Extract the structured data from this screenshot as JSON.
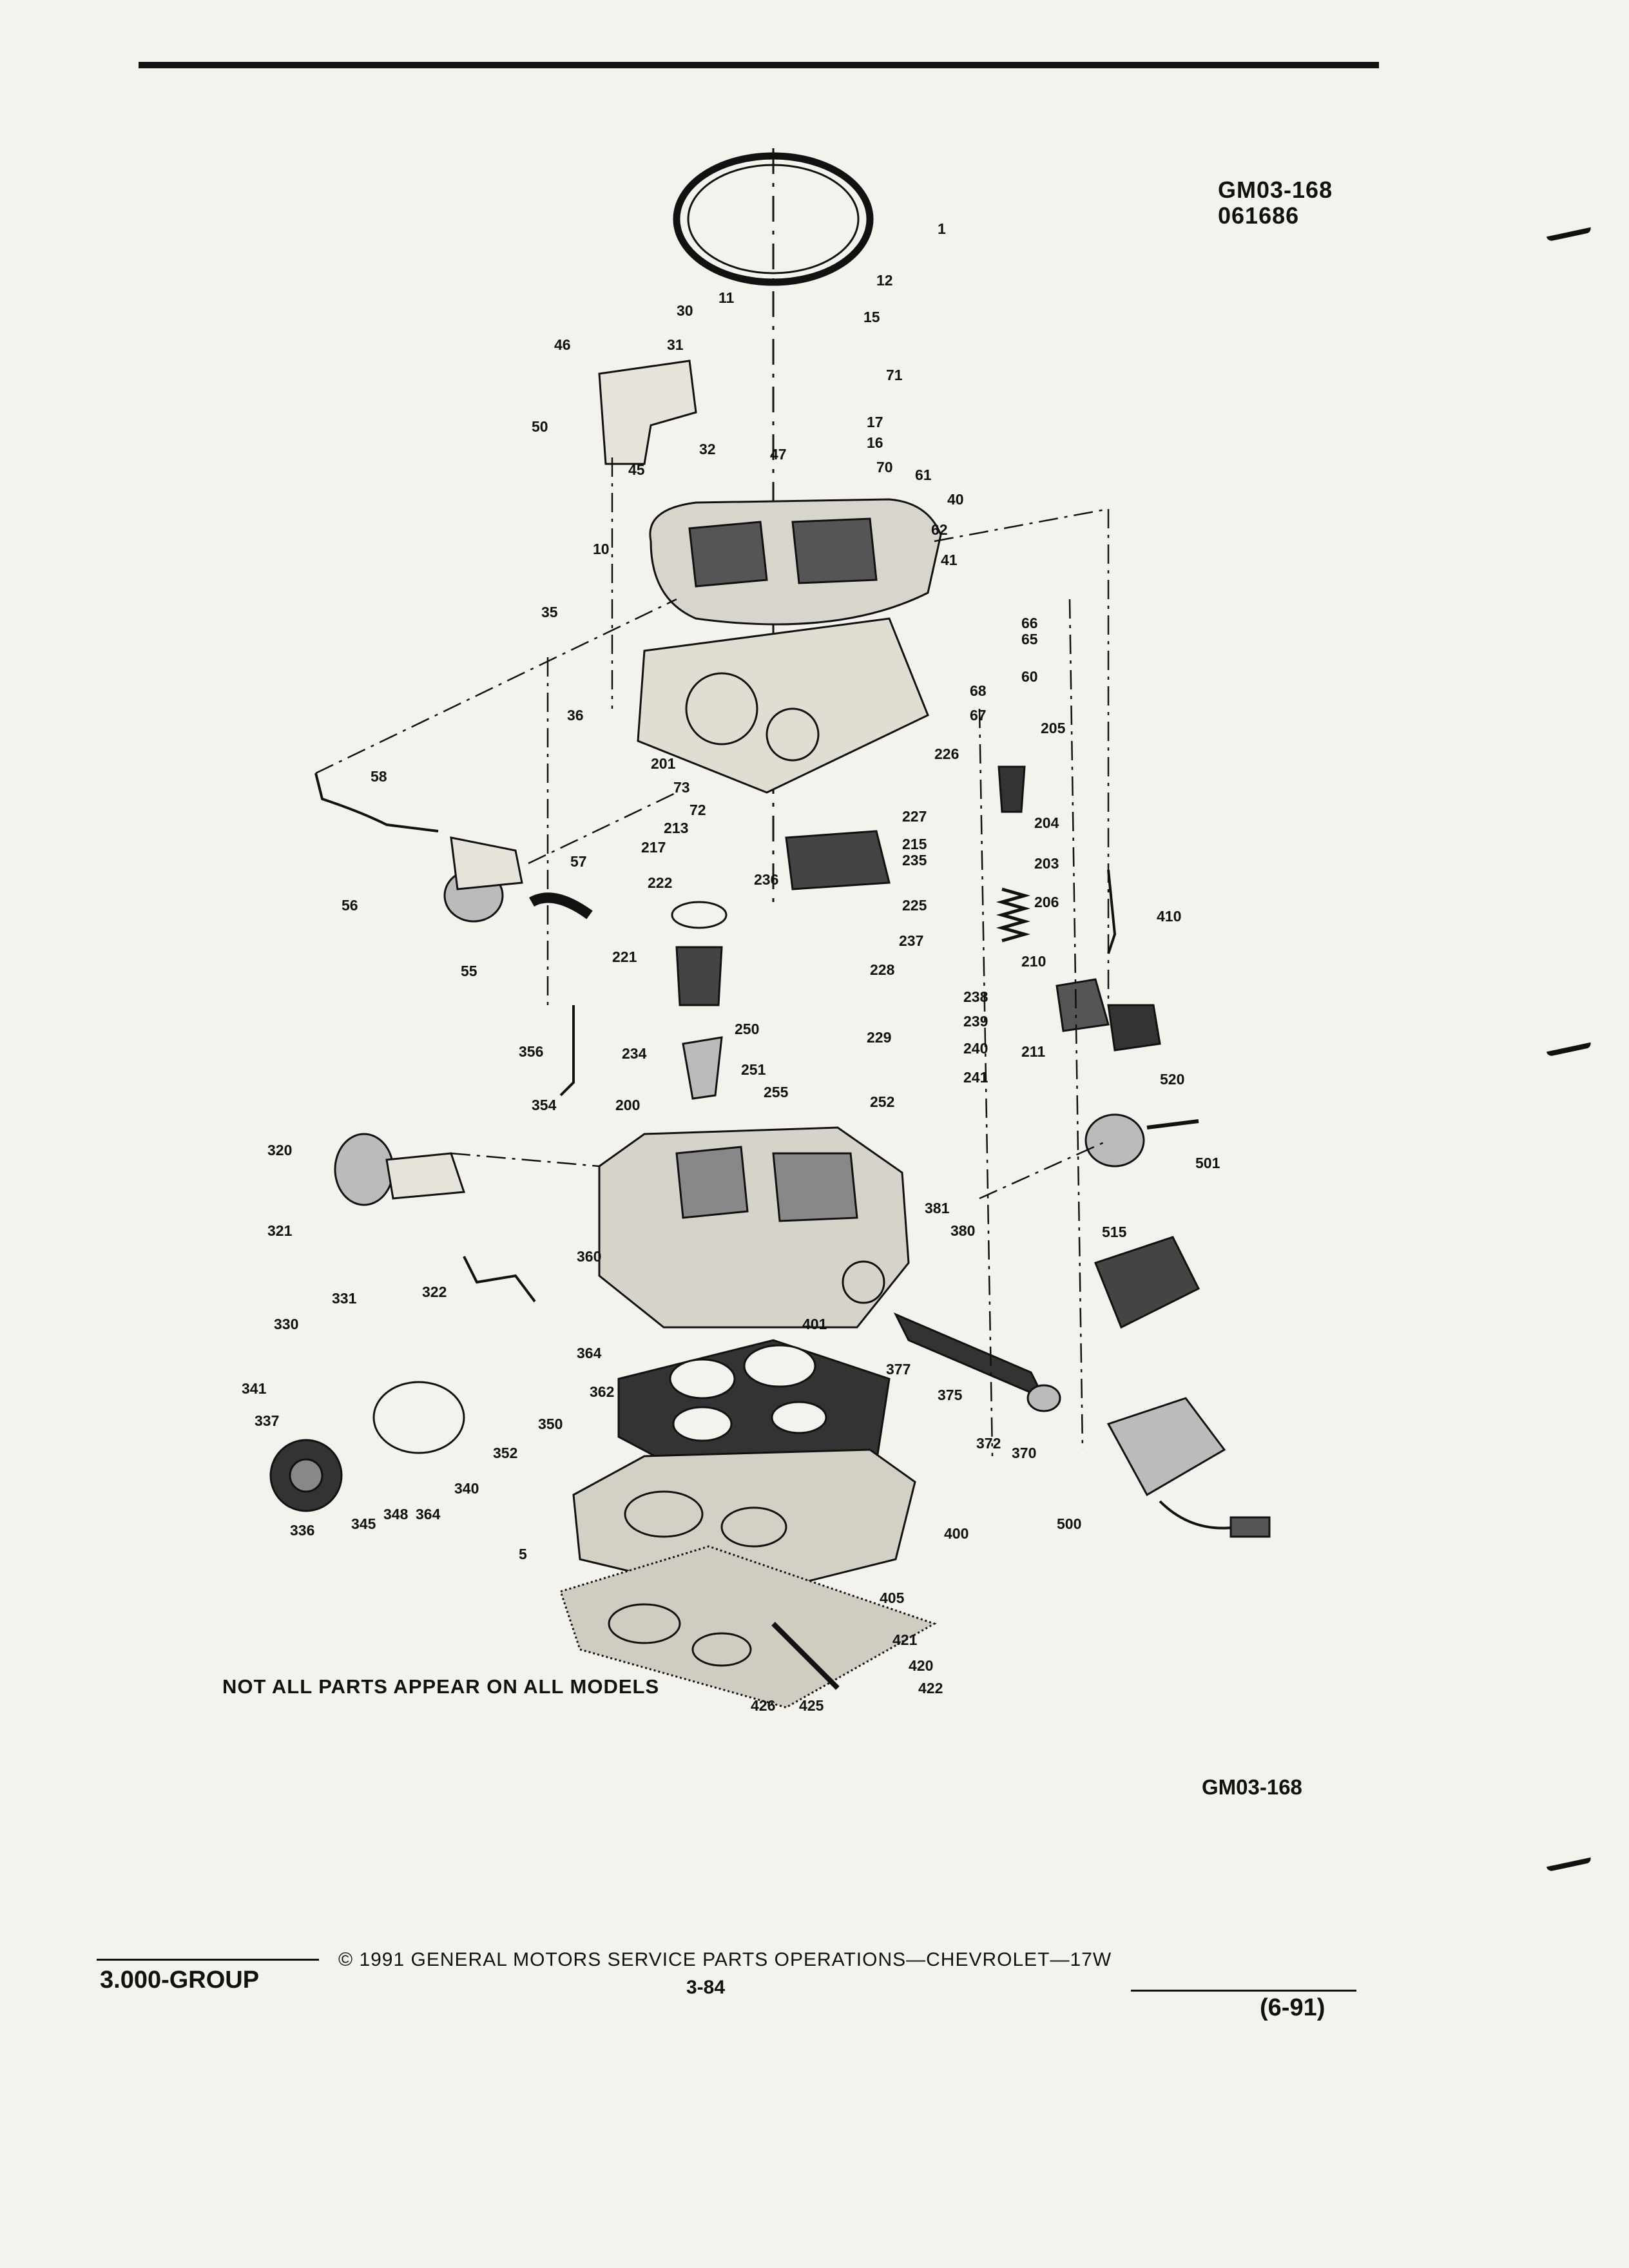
{
  "header": {
    "figure_id": "GM03-168",
    "figure_code": "061686"
  },
  "diagram": {
    "part_labels": [
      {
        "id": "p1",
        "text": "1"
      },
      {
        "id": "p5",
        "text": "5"
      },
      {
        "id": "p10",
        "text": "10"
      },
      {
        "id": "p11",
        "text": "11"
      },
      {
        "id": "p12",
        "text": "12"
      },
      {
        "id": "p15",
        "text": "15"
      },
      {
        "id": "p16",
        "text": "16"
      },
      {
        "id": "p17",
        "text": "17"
      },
      {
        "id": "p30",
        "text": "30"
      },
      {
        "id": "p31",
        "text": "31"
      },
      {
        "id": "p32",
        "text": "32"
      },
      {
        "id": "p35",
        "text": "35"
      },
      {
        "id": "p36",
        "text": "36"
      },
      {
        "id": "p40",
        "text": "40"
      },
      {
        "id": "p41",
        "text": "41"
      },
      {
        "id": "p45",
        "text": "45"
      },
      {
        "id": "p46",
        "text": "46"
      },
      {
        "id": "p47",
        "text": "47"
      },
      {
        "id": "p50",
        "text": "50"
      },
      {
        "id": "p55",
        "text": "55"
      },
      {
        "id": "p56",
        "text": "56"
      },
      {
        "id": "p57",
        "text": "57"
      },
      {
        "id": "p58",
        "text": "58"
      },
      {
        "id": "p60",
        "text": "60"
      },
      {
        "id": "p61",
        "text": "61"
      },
      {
        "id": "p62",
        "text": "62"
      },
      {
        "id": "p65",
        "text": "65"
      },
      {
        "id": "p66",
        "text": "66"
      },
      {
        "id": "p67",
        "text": "67"
      },
      {
        "id": "p68",
        "text": "68"
      },
      {
        "id": "p70",
        "text": "70"
      },
      {
        "id": "p71",
        "text": "71"
      },
      {
        "id": "p72",
        "text": "72"
      },
      {
        "id": "p73",
        "text": "73"
      },
      {
        "id": "p200",
        "text": "200"
      },
      {
        "id": "p201",
        "text": "201"
      },
      {
        "id": "p203",
        "text": "203"
      },
      {
        "id": "p204",
        "text": "204"
      },
      {
        "id": "p205",
        "text": "205"
      },
      {
        "id": "p206",
        "text": "206"
      },
      {
        "id": "p210",
        "text": "210"
      },
      {
        "id": "p211",
        "text": "211"
      },
      {
        "id": "p213",
        "text": "213"
      },
      {
        "id": "p215",
        "text": "215"
      },
      {
        "id": "p217",
        "text": "217"
      },
      {
        "id": "p221",
        "text": "221"
      },
      {
        "id": "p222",
        "text": "222"
      },
      {
        "id": "p225",
        "text": "225"
      },
      {
        "id": "p226",
        "text": "226"
      },
      {
        "id": "p227",
        "text": "227"
      },
      {
        "id": "p228",
        "text": "228"
      },
      {
        "id": "p229",
        "text": "229"
      },
      {
        "id": "p234",
        "text": "234"
      },
      {
        "id": "p235",
        "text": "235"
      },
      {
        "id": "p236",
        "text": "236"
      },
      {
        "id": "p237",
        "text": "237"
      },
      {
        "id": "p238",
        "text": "238"
      },
      {
        "id": "p239",
        "text": "239"
      },
      {
        "id": "p240",
        "text": "240"
      },
      {
        "id": "p241",
        "text": "241"
      },
      {
        "id": "p250",
        "text": "250"
      },
      {
        "id": "p251",
        "text": "251"
      },
      {
        "id": "p252",
        "text": "252"
      },
      {
        "id": "p255",
        "text": "255"
      },
      {
        "id": "p320",
        "text": "320"
      },
      {
        "id": "p321",
        "text": "321"
      },
      {
        "id": "p322",
        "text": "322"
      },
      {
        "id": "p330",
        "text": "330"
      },
      {
        "id": "p331",
        "text": "331"
      },
      {
        "id": "p336",
        "text": "336"
      },
      {
        "id": "p337",
        "text": "337"
      },
      {
        "id": "p340",
        "text": "340"
      },
      {
        "id": "p341",
        "text": "341"
      },
      {
        "id": "p345",
        "text": "345"
      },
      {
        "id": "p348",
        "text": "348"
      },
      {
        "id": "p350",
        "text": "350"
      },
      {
        "id": "p352",
        "text": "352"
      },
      {
        "id": "p354",
        "text": "354"
      },
      {
        "id": "p356",
        "text": "356"
      },
      {
        "id": "p360",
        "text": "360"
      },
      {
        "id": "p362",
        "text": "362"
      },
      {
        "id": "p364a",
        "text": "364"
      },
      {
        "id": "p364b",
        "text": "364"
      },
      {
        "id": "p370",
        "text": "370"
      },
      {
        "id": "p372",
        "text": "372"
      },
      {
        "id": "p375",
        "text": "375"
      },
      {
        "id": "p377",
        "text": "377"
      },
      {
        "id": "p380",
        "text": "380"
      },
      {
        "id": "p381",
        "text": "381"
      },
      {
        "id": "p400",
        "text": "400"
      },
      {
        "id": "p401",
        "text": "401"
      },
      {
        "id": "p405",
        "text": "405"
      },
      {
        "id": "p410",
        "text": "410"
      },
      {
        "id": "p420",
        "text": "420"
      },
      {
        "id": "p421",
        "text": "421"
      },
      {
        "id": "p422",
        "text": "422"
      },
      {
        "id": "p425",
        "text": "425"
      },
      {
        "id": "p426",
        "text": "426"
      },
      {
        "id": "p500",
        "text": "500"
      },
      {
        "id": "p501",
        "text": "501"
      },
      {
        "id": "p515",
        "text": "515"
      },
      {
        "id": "p520",
        "text": "520"
      }
    ],
    "note": "NOT ALL PARTS APPEAR ON ALL MODELS",
    "figure_id_bottom": "GM03-168"
  },
  "footer": {
    "group": "3.000-GROUP",
    "copyright": "© 1991 GENERAL MOTORS SERVICE PARTS OPERATIONS—CHEVROLET—17W",
    "page": "3-84",
    "date": "(6-91)"
  }
}
